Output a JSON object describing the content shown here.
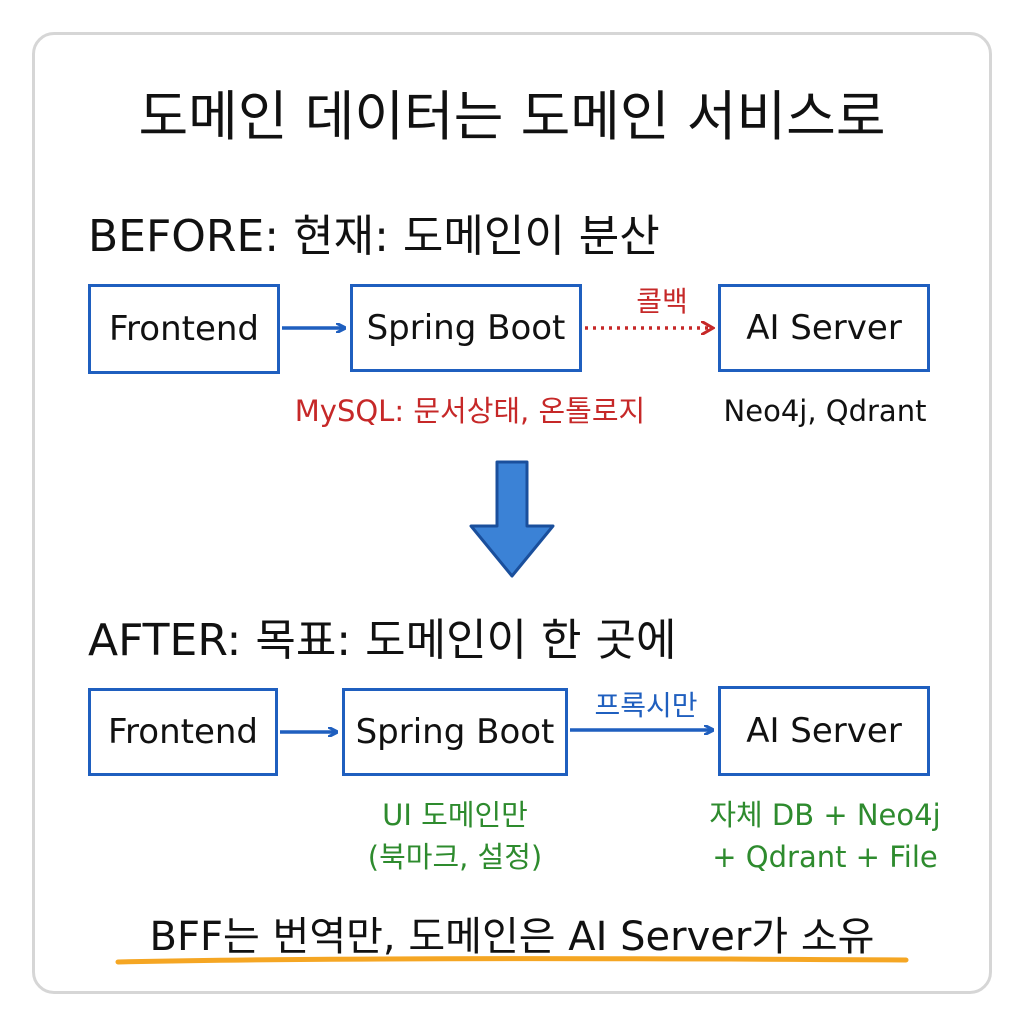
{
  "title": "도메인 데이터는 도메인 서비스로",
  "before": {
    "heading": "BEFORE: 현재: 도메인이 분산",
    "frontend": "Frontend",
    "spring": "Spring Boot",
    "ai": "AI Server",
    "callback_label": "콜백",
    "spring_note": "MySQL: 문서상태, 온톨로지",
    "ai_note": "Neo4j, Qdrant"
  },
  "after": {
    "heading": "AFTER: 목표: 도메인이 한 곳에",
    "frontend": "Frontend",
    "spring": "Spring Boot",
    "ai": "AI Server",
    "proxy_label": "프록시만",
    "spring_note_line1": "UI 도메인만",
    "spring_note_line2": "(북마크, 설정)",
    "ai_note_line1": "자체 DB + Neo4j",
    "ai_note_line2": "+ Qdrant + File"
  },
  "footer": "BFF는 번역만, 도메인은 AI Server가 소유",
  "colors": {
    "box_border": "#1f5fbf",
    "arrow_blue": "#1f5fbf",
    "callback_red": "#c62828",
    "note_green": "#2e8b2e",
    "down_arrow_fill": "#3b82d6",
    "underline_orange": "#f5a623"
  }
}
